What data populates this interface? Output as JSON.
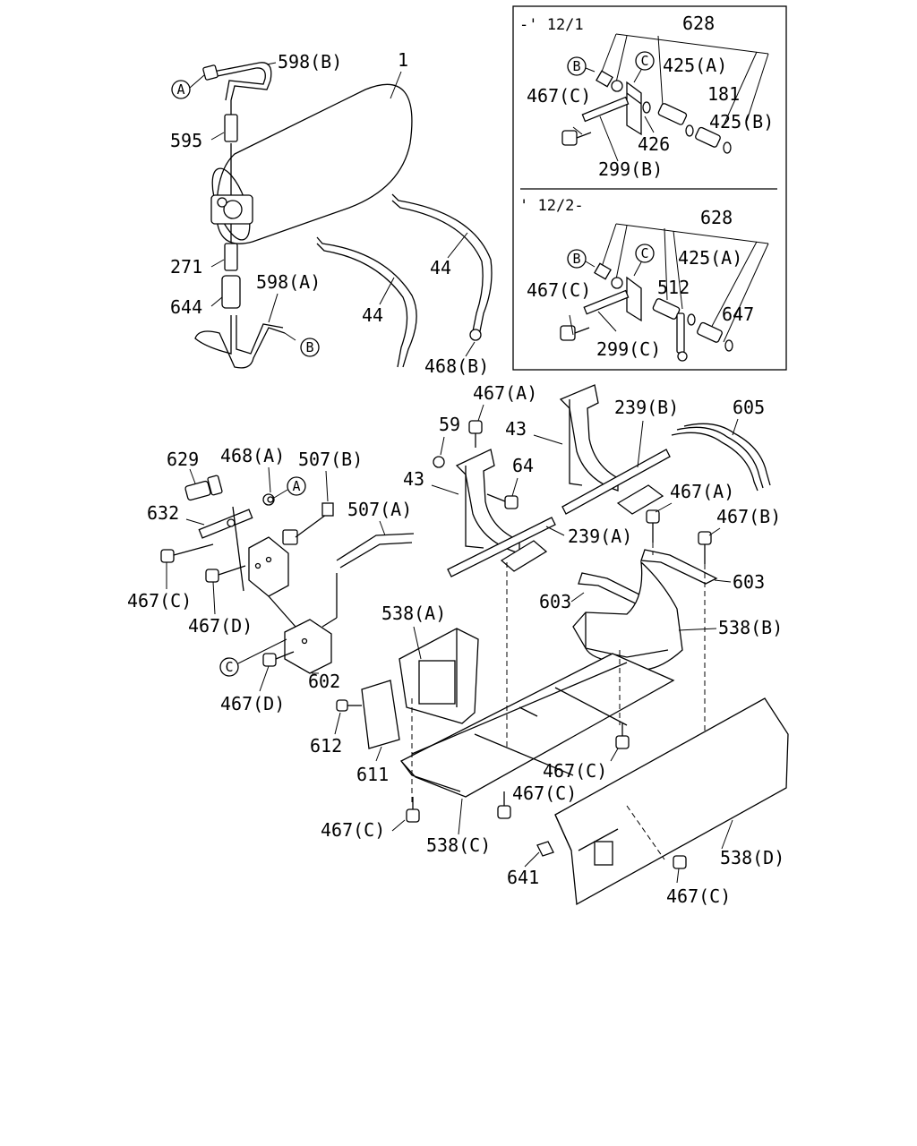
{
  "inset": {
    "upper_header": "-' 12/1",
    "lower_header": "' 12/2-"
  },
  "circled_refs": {
    "a": "A",
    "b": "B",
    "c": "C"
  },
  "labels": {
    "p1": "1",
    "p598b": "598(B)",
    "p595": "595",
    "p271": "271",
    "p598a": "598(A)",
    "p644": "644",
    "p44": "44",
    "p468b": "468(B)",
    "p628": "628",
    "p425a": "425(A)",
    "p181": "181",
    "p425b": "425(B)",
    "p467c": "467(C)",
    "p426": "426",
    "p299b": "299(B)",
    "p299c": "299(C)",
    "p512": "512",
    "p647": "647",
    "p467a": "467(A)",
    "p59": "59",
    "p43": "43",
    "p64": "64",
    "p239b": "239(B)",
    "p239a": "239(A)",
    "p605": "605",
    "p629": "629",
    "p468a": "468(A)",
    "p507b": "507(B)",
    "p507a": "507(A)",
    "p632": "632",
    "p467d": "467(D)",
    "p467b": "467(B)",
    "p603": "603",
    "p538a": "538(A)",
    "p538b": "538(B)",
    "p538c": "538(C)",
    "p538d": "538(D)",
    "p602": "602",
    "p612": "612",
    "p611": "611",
    "p641": "641"
  }
}
